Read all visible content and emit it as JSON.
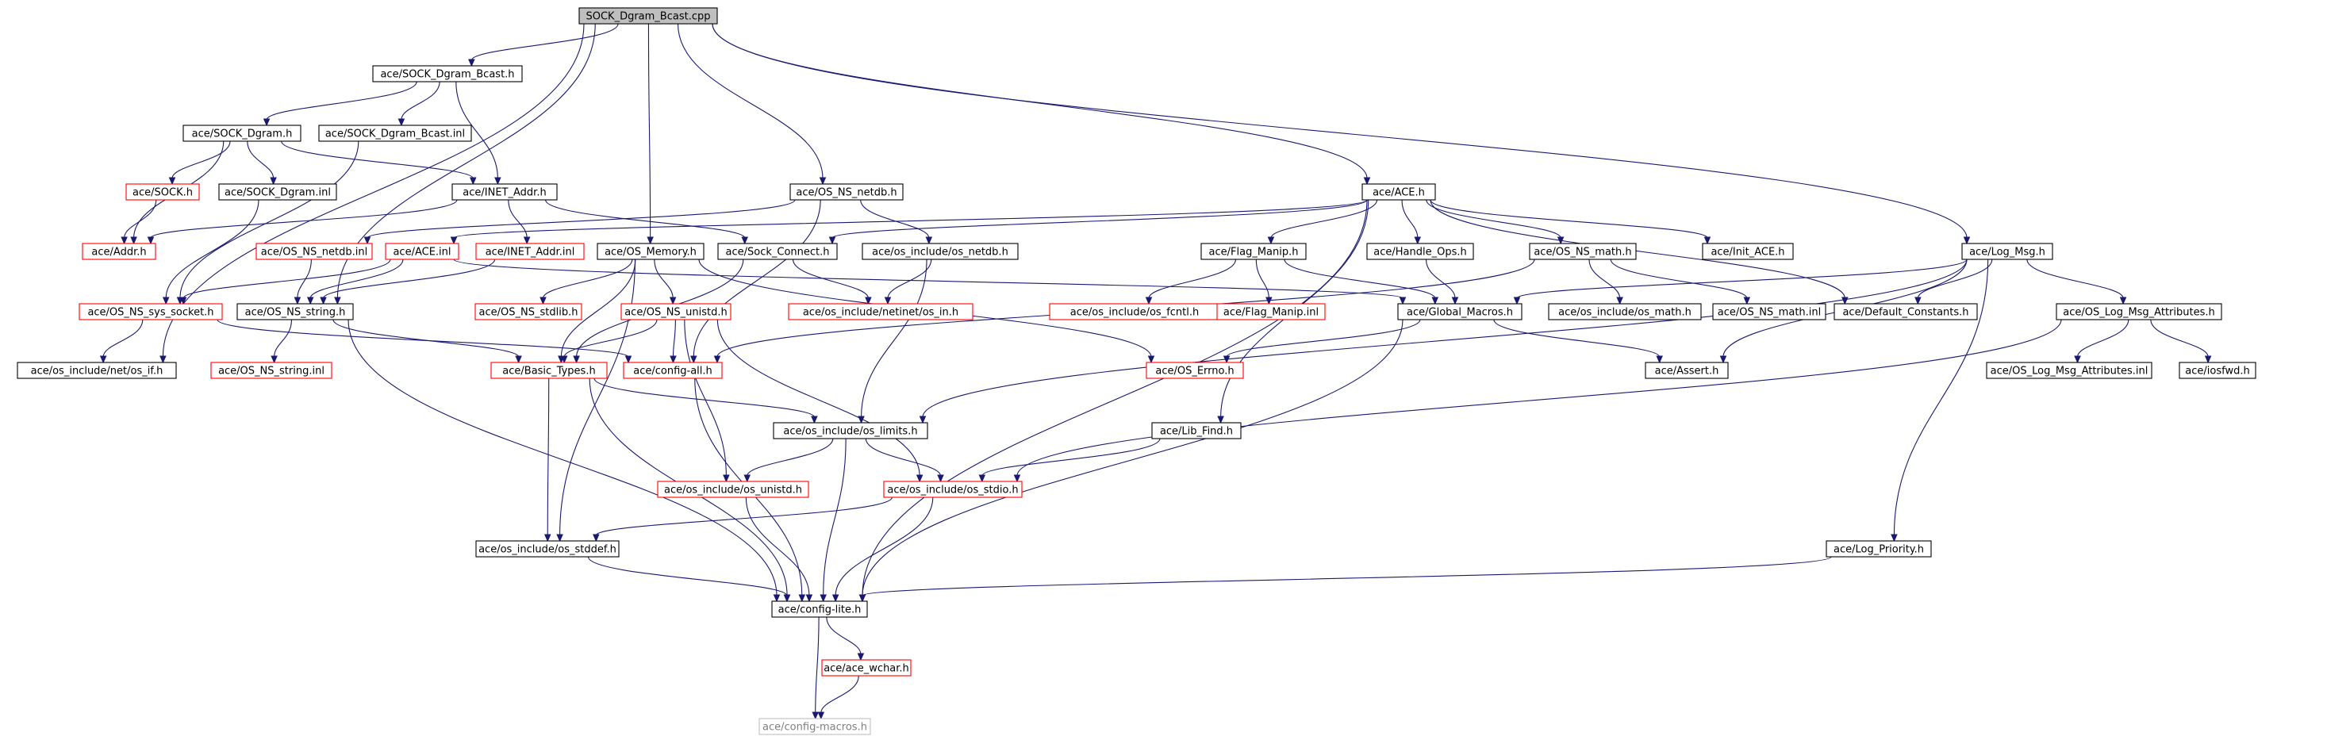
{
  "colors": {
    "edge": "#191970",
    "border_default": "#000000",
    "border_truncated": "#ff0000",
    "border_external": "#bfbfbf",
    "root_fill": "#bfbfbf"
  },
  "nodes": [
    {
      "id": "root",
      "label": "SOCK_Dgram_Bcast.cpp",
      "style": "root"
    },
    {
      "id": "bcast_h",
      "label": "ace/SOCK_Dgram_Bcast.h",
      "style": "black"
    },
    {
      "id": "dgram_h",
      "label": "ace/SOCK_Dgram.h",
      "style": "black"
    },
    {
      "id": "bcast_inl",
      "label": "ace/SOCK_Dgram_Bcast.inl",
      "style": "black"
    },
    {
      "id": "sock_h",
      "label": "ace/SOCK.h",
      "style": "red"
    },
    {
      "id": "dgram_inl",
      "label": "ace/SOCK_Dgram.inl",
      "style": "black"
    },
    {
      "id": "inet_addr_h",
      "label": "ace/INET_Addr.h",
      "style": "black"
    },
    {
      "id": "os_ns_netdb_h",
      "label": "ace/OS_NS_netdb.h",
      "style": "black"
    },
    {
      "id": "ace_h",
      "label": "ace/ACE.h",
      "style": "black"
    },
    {
      "id": "addr_h",
      "label": "ace/Addr.h",
      "style": "red"
    },
    {
      "id": "os_ns_netdb_inl",
      "label": "ace/OS_NS_netdb.inl",
      "style": "red"
    },
    {
      "id": "ace_inl",
      "label": "ace/ACE.inl",
      "style": "red"
    },
    {
      "id": "inet_addr_inl",
      "label": "ace/INET_Addr.inl",
      "style": "red"
    },
    {
      "id": "os_memory_h",
      "label": "ace/OS_Memory.h",
      "style": "black"
    },
    {
      "id": "sock_connect_h",
      "label": "ace/Sock_Connect.h",
      "style": "black"
    },
    {
      "id": "os_include_netdb",
      "label": "ace/os_include/os_netdb.h",
      "style": "black"
    },
    {
      "id": "flag_manip_h",
      "label": "ace/Flag_Manip.h",
      "style": "black"
    },
    {
      "id": "handle_ops_h",
      "label": "ace/Handle_Ops.h",
      "style": "black"
    },
    {
      "id": "os_ns_math_h",
      "label": "ace/OS_NS_math.h",
      "style": "black"
    },
    {
      "id": "init_ace_h",
      "label": "ace/Init_ACE.h",
      "style": "black"
    },
    {
      "id": "log_msg_h",
      "label": "ace/Log_Msg.h",
      "style": "black"
    },
    {
      "id": "os_ns_sys_socket",
      "label": "ace/OS_NS_sys_socket.h",
      "style": "red"
    },
    {
      "id": "os_ns_string_h",
      "label": "ace/OS_NS_string.h",
      "style": "black"
    },
    {
      "id": "os_ns_stdlib_h",
      "label": "ace/OS_NS_stdlib.h",
      "style": "red"
    },
    {
      "id": "os_ns_unistd_h",
      "label": "ace/OS_NS_unistd.h",
      "style": "red"
    },
    {
      "id": "netinet_in",
      "label": "ace/os_include/netinet/os_in.h",
      "style": "red"
    },
    {
      "id": "os_fcntl",
      "label": "ace/os_include/os_fcntl.h",
      "style": "red"
    },
    {
      "id": "flag_manip_inl",
      "label": "ace/Flag_Manip.inl",
      "style": "red"
    },
    {
      "id": "global_macros",
      "label": "ace/Global_Macros.h",
      "style": "black"
    },
    {
      "id": "os_math",
      "label": "ace/os_include/os_math.h",
      "style": "black"
    },
    {
      "id": "os_ns_math_inl",
      "label": "ace/OS_NS_math.inl",
      "style": "black"
    },
    {
      "id": "default_constants",
      "label": "ace/Default_Constants.h",
      "style": "black"
    },
    {
      "id": "log_msg_attrs_h",
      "label": "ace/OS_Log_Msg_Attributes.h",
      "style": "black"
    },
    {
      "id": "net_if",
      "label": "ace/os_include/net/os_if.h",
      "style": "black"
    },
    {
      "id": "os_ns_string_inl",
      "label": "ace/OS_NS_string.inl",
      "style": "red"
    },
    {
      "id": "basic_types",
      "label": "ace/Basic_Types.h",
      "style": "red"
    },
    {
      "id": "config_all",
      "label": "ace/config-all.h",
      "style": "red"
    },
    {
      "id": "os_errno",
      "label": "ace/OS_Errno.h",
      "style": "red"
    },
    {
      "id": "assert_h",
      "label": "ace/Assert.h",
      "style": "black"
    },
    {
      "id": "log_msg_attrs_inl",
      "label": "ace/OS_Log_Msg_Attributes.inl",
      "style": "black"
    },
    {
      "id": "iosfwd",
      "label": "ace/iosfwd.h",
      "style": "black"
    },
    {
      "id": "os_limits",
      "label": "ace/os_include/os_limits.h",
      "style": "black"
    },
    {
      "id": "lib_find",
      "label": "ace/Lib_Find.h",
      "style": "black"
    },
    {
      "id": "os_unistd",
      "label": "ace/os_include/os_unistd.h",
      "style": "red"
    },
    {
      "id": "os_stdio",
      "label": "ace/os_include/os_stdio.h",
      "style": "red"
    },
    {
      "id": "os_stddef",
      "label": "ace/os_include/os_stddef.h",
      "style": "black"
    },
    {
      "id": "log_priority",
      "label": "ace/Log_Priority.h",
      "style": "black"
    },
    {
      "id": "config_lite",
      "label": "ace/config-lite.h",
      "style": "black"
    },
    {
      "id": "ace_wchar",
      "label": "ace/ace_wchar.h",
      "style": "red"
    },
    {
      "id": "config_macros",
      "label": "ace/config-macros.h",
      "style": "gray"
    }
  ],
  "edges": [
    [
      "root",
      "bcast_h"
    ],
    [
      "root",
      "net_if"
    ],
    [
      "root",
      "os_ns_string_h"
    ],
    [
      "root",
      "os_memory_h"
    ],
    [
      "root",
      "os_ns_netdb_h"
    ],
    [
      "root",
      "ace_h"
    ],
    [
      "root",
      "log_msg_h"
    ],
    [
      "bcast_h",
      "dgram_h"
    ],
    [
      "bcast_h",
      "bcast_inl"
    ],
    [
      "bcast_h",
      "inet_addr_h"
    ],
    [
      "dgram_h",
      "sock_h"
    ],
    [
      "dgram_h",
      "dgram_inl"
    ],
    [
      "dgram_h",
      "inet_addr_h"
    ],
    [
      "dgram_h",
      "addr_h"
    ],
    [
      "sock_h",
      "addr_h"
    ],
    [
      "bcast_inl",
      "os_ns_sys_socket"
    ],
    [
      "dgram_inl",
      "os_ns_sys_socket"
    ],
    [
      "inet_addr_h",
      "addr_h"
    ],
    [
      "inet_addr_h",
      "inet_addr_inl"
    ],
    [
      "inet_addr_h",
      "sock_connect_h"
    ],
    [
      "os_ns_netdb_h",
      "os_ns_netdb_inl"
    ],
    [
      "os_ns_netdb_h",
      "os_include_netdb"
    ],
    [
      "os_ns_netdb_h",
      "config_all"
    ],
    [
      "ace_h",
      "ace_inl"
    ],
    [
      "ace_h",
      "sock_connect_h"
    ],
    [
      "ace_h",
      "flag_manip_h"
    ],
    [
      "ace_h",
      "handle_ops_h"
    ],
    [
      "ace_h",
      "os_ns_math_h"
    ],
    [
      "ace_h",
      "init_ace_h"
    ],
    [
      "ace_h",
      "default_constants"
    ],
    [
      "ace_h",
      "lib_find"
    ],
    [
      "ace_h",
      "config_lite"
    ],
    [
      "ace_inl",
      "os_ns_sys_socket"
    ],
    [
      "ace_inl",
      "os_ns_string_h"
    ],
    [
      "ace_inl",
      "global_macros"
    ],
    [
      "inet_addr_inl",
      "os_ns_string_h"
    ],
    [
      "os_ns_netdb_inl",
      "os_ns_string_h"
    ],
    [
      "os_memory_h",
      "os_ns_stdlib_h"
    ],
    [
      "os_memory_h",
      "os_ns_unistd_h"
    ],
    [
      "os_memory_h",
      "basic_types"
    ],
    [
      "os_memory_h",
      "os_errno"
    ],
    [
      "os_memory_h",
      "os_stddef"
    ],
    [
      "sock_connect_h",
      "netinet_in"
    ],
    [
      "sock_connect_h",
      "basic_types"
    ],
    [
      "os_include_netdb",
      "netinet_in"
    ],
    [
      "os_include_netdb",
      "os_limits"
    ],
    [
      "flag_manip_h",
      "os_fcntl"
    ],
    [
      "flag_manip_h",
      "flag_manip_inl"
    ],
    [
      "flag_manip_h",
      "global_macros"
    ],
    [
      "handle_ops_h",
      "global_macros"
    ],
    [
      "os_ns_math_h",
      "os_math"
    ],
    [
      "os_ns_math_h",
      "os_ns_math_inl"
    ],
    [
      "os_ns_math_h",
      "config_all"
    ],
    [
      "log_msg_h",
      "global_macros"
    ],
    [
      "log_msg_h",
      "default_constants"
    ],
    [
      "log_msg_h",
      "log_msg_attrs_h"
    ],
    [
      "log_msg_h",
      "assert_h"
    ],
    [
      "log_msg_h",
      "os_limits"
    ],
    [
      "log_msg_h",
      "log_priority"
    ],
    [
      "os_ns_sys_socket",
      "net_if"
    ],
    [
      "os_ns_sys_socket",
      "config_all"
    ],
    [
      "os_ns_string_h",
      "os_ns_string_inl"
    ],
    [
      "os_ns_string_h",
      "basic_types"
    ],
    [
      "os_ns_string_h",
      "config_lite"
    ],
    [
      "os_ns_unistd_h",
      "basic_types"
    ],
    [
      "os_ns_unistd_h",
      "config_all"
    ],
    [
      "os_ns_unistd_h",
      "os_unistd"
    ],
    [
      "os_ns_unistd_h",
      "os_stdio"
    ],
    [
      "global_macros",
      "os_errno"
    ],
    [
      "global_macros",
      "assert_h"
    ],
    [
      "global_macros",
      "config_lite"
    ],
    [
      "log_msg_attrs_h",
      "log_msg_attrs_inl"
    ],
    [
      "log_msg_attrs_h",
      "iosfwd"
    ],
    [
      "log_msg_attrs_h",
      "os_stdio"
    ],
    [
      "basic_types",
      "os_limits"
    ],
    [
      "basic_types",
      "os_stddef"
    ],
    [
      "basic_types",
      "config_lite"
    ],
    [
      "config_all",
      "config_lite"
    ],
    [
      "os_limits",
      "os_unistd"
    ],
    [
      "os_limits",
      "os_stdio"
    ],
    [
      "os_limits",
      "config_lite"
    ],
    [
      "lib_find",
      "os_stdio"
    ],
    [
      "os_unistd",
      "config_lite"
    ],
    [
      "os_stdio",
      "os_stddef"
    ],
    [
      "os_stdio",
      "config_lite"
    ],
    [
      "os_stddef",
      "config_lite"
    ],
    [
      "log_priority",
      "config_lite"
    ],
    [
      "config_lite",
      "ace_wchar"
    ],
    [
      "config_lite",
      "config_macros"
    ],
    [
      "ace_wchar",
      "config_macros"
    ]
  ]
}
